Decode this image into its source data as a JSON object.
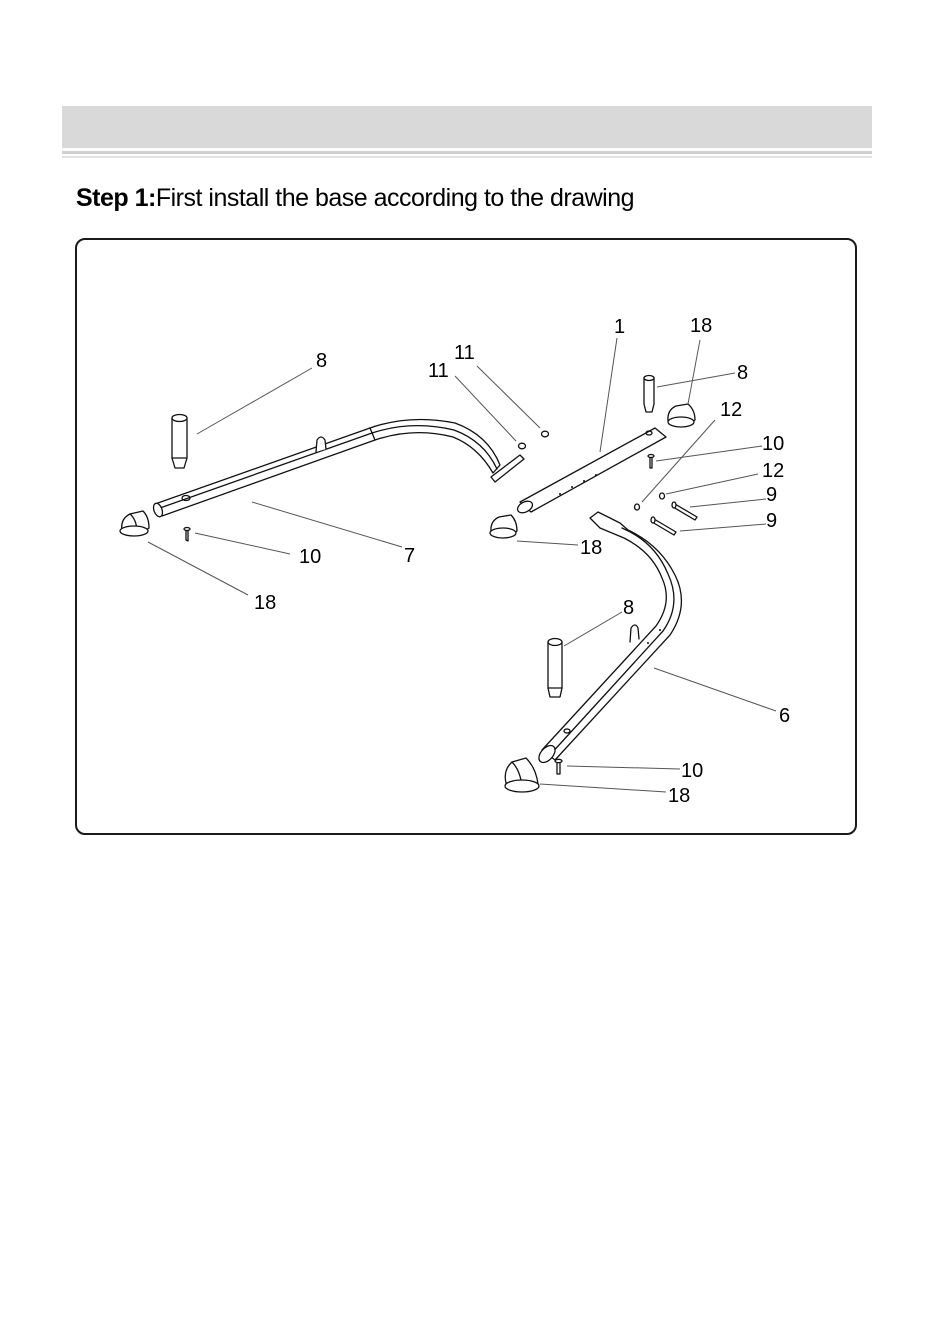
{
  "step": {
    "label": "Step 1:",
    "text": "First install the base according to the drawing"
  },
  "callouts": {
    "c1": "1",
    "c18a": "18",
    "c8a": "8",
    "c12a": "12",
    "c10a": "10",
    "c12b": "12",
    "c9a": "9",
    "c9b": "9",
    "c11a": "11",
    "c11b": "11",
    "c8b": "8",
    "c10b": "10",
    "c7": "7",
    "c18b": "18",
    "c18c": "18",
    "c8c": "8",
    "c6": "6",
    "c10c": "10",
    "c18d": "18"
  }
}
